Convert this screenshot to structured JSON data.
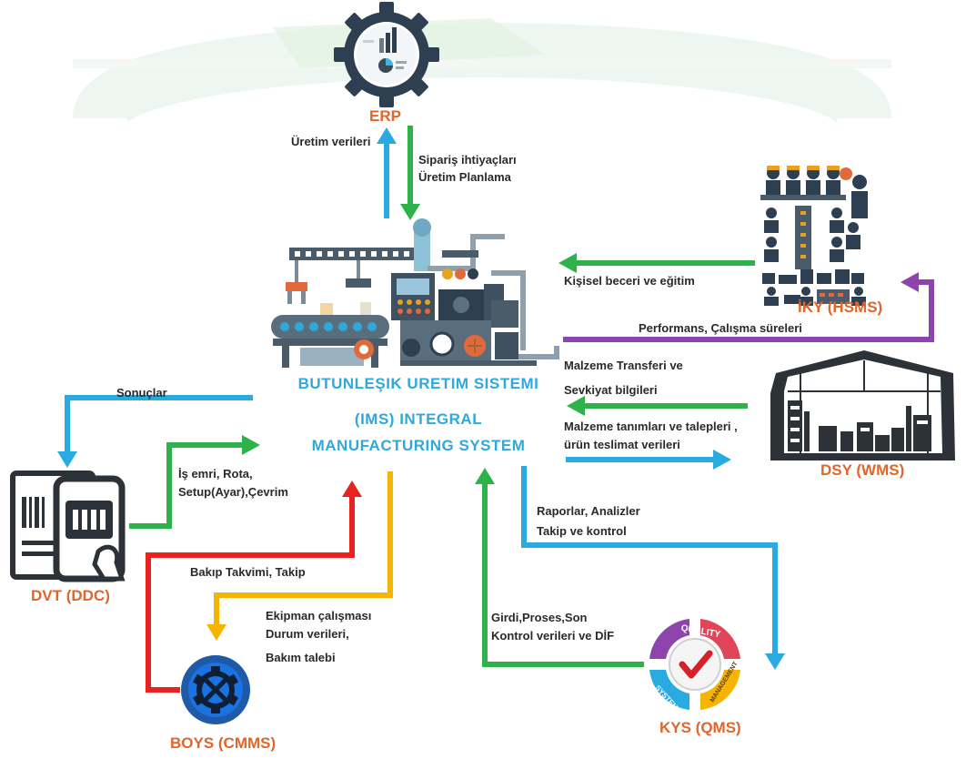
{
  "erp": {
    "name": "ERP"
  },
  "center": {
    "line1": "BUTUNLEŞIK URETIM SISTEMI",
    "line2": "(IMS)  INTEGRAL",
    "line3": "MANUFACTURING SYSTEM"
  },
  "systems": {
    "iky": "İKY (HSMS)",
    "dsy": "DSY (WMS)",
    "dvt": "DVT (DDC)",
    "boys": "BOYS (CMMS)",
    "kys": "KYS (QMS)"
  },
  "quality_badge": {
    "top": "QUALITY",
    "left": "SYSTEM",
    "right": "MANAGEMENT"
  },
  "flows": {
    "uretim_verileri": "Üretim verileri",
    "siparis_1": "Sipariş ihtiyaçları",
    "siparis_2": "Üretim Planlama",
    "kisisel": "Kişisel beceri ve eğitim",
    "performans": "Performans, Çalışma süreleri",
    "malzeme_transfer_1": "Malzeme Transferi ve",
    "malzeme_transfer_2": "Sevkiyat bilgileri",
    "malzeme_tanim_1": "Malzeme tanımları ve talepleri ,",
    "malzeme_tanim_2": "ürün teslimat verileri",
    "sonuclar": "Sonuçlar",
    "is_emri_1": "İş emri, Rota,",
    "is_emri_2": "Setup(Ayar),Çevrim",
    "raporlar_1": "Raporlar, Analizler",
    "raporlar_2": "Takip ve kontrol",
    "bakim_takvimi": "Bakıp Takvimi, Takip",
    "ekipman_1": "Ekipman çalışması",
    "ekipman_2": "Durum verileri,",
    "ekipman_3": "Bakım talebi",
    "girdi_1": "Girdi,Proses,Son",
    "girdi_2": "Kontrol verileri ve DİF"
  },
  "colors": {
    "blue": "#29abe2",
    "green": "#2db34a",
    "purple": "#8e44ad",
    "red": "#e8231f",
    "yellow": "#f4b400",
    "system_label": "#e0662a",
    "center_text": "#2fa8dc"
  }
}
